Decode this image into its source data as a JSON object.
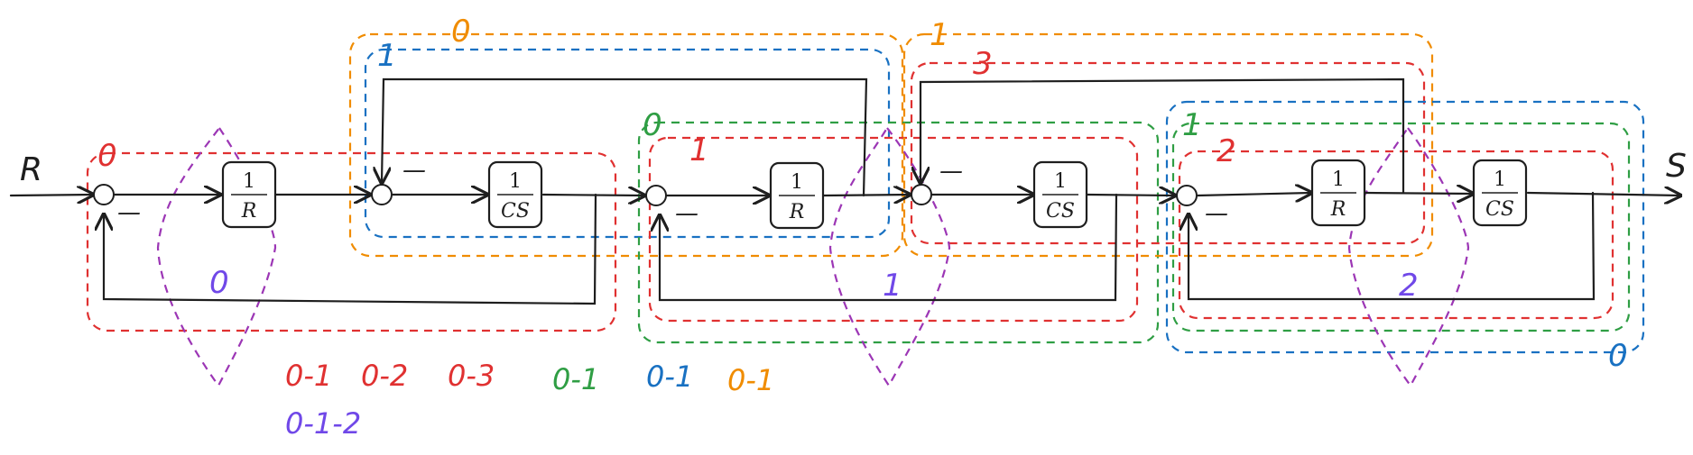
{
  "signals": {
    "input": "R",
    "output": "S"
  },
  "sign": "—",
  "blocks": [
    {
      "id": "b1",
      "num": "1",
      "den": "R"
    },
    {
      "id": "b2",
      "num": "1",
      "den": "CS"
    },
    {
      "id": "b3",
      "num": "1",
      "den": "R"
    },
    {
      "id": "b4",
      "num": "1",
      "den": "CS"
    },
    {
      "id": "b5",
      "num": "1",
      "den": "R"
    },
    {
      "id": "b6",
      "num": "1",
      "den": "CS"
    }
  ],
  "colors": {
    "red": "#e03131",
    "orange": "#f08c00",
    "blue": "#1971c2",
    "green": "#2f9e44",
    "purple": "#7048e8",
    "violet": "#9c36b5",
    "ink": "#1e1e1e"
  },
  "region_labels": {
    "red_left": "0",
    "orange_left": "0",
    "blue_left": "1",
    "green_mid": "0",
    "red_mid": "1",
    "orange_right": "1",
    "red_top_right": "3",
    "green_right": "1",
    "red_right": "2",
    "blue_right": "0"
  },
  "diamond_labels": {
    "d0": "0",
    "d1": "1",
    "d2": "2"
  },
  "legend": {
    "red": [
      "0-1",
      "0-2",
      "0-3"
    ],
    "green": "0-1",
    "blue": "0-1",
    "orange": "0-1",
    "purple": "0-1-2"
  }
}
